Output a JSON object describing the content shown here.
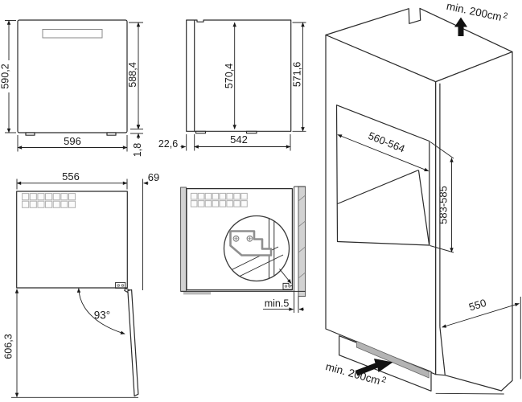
{
  "diagram": {
    "front_view": {
      "height_left": "590,2",
      "height_right": "588,4",
      "width": "596",
      "base_gap": "1,8"
    },
    "side_view": {
      "inner_height": "570,4",
      "total_height": "571,6",
      "depth": "542",
      "door_thickness": "22,6"
    },
    "door_open_view": {
      "width": "556",
      "door_depth": "69",
      "opening_angle": "93°",
      "total_depth": "606,3",
      "vent_grid": {
        "cols": 7,
        "rows": 2
      }
    },
    "installed_view": {
      "rear_gap": "min.5",
      "vent_grid": {
        "cols": 8,
        "rows": 2
      }
    },
    "cabinet_view": {
      "niche_width": "560-564",
      "niche_height": "583-585",
      "cabinet_depth": "550",
      "vent_top_label": "min. 200cm",
      "vent_top_sup": "2",
      "vent_bottom_label": "min. 200cm",
      "vent_bottom_sup": "2"
    },
    "colors": {
      "line": "#2b2b2b",
      "wall_fill": "#d2d2d2",
      "vent_slot_fill": "#b4b4b4",
      "arrow_fill": "#111111"
    }
  }
}
